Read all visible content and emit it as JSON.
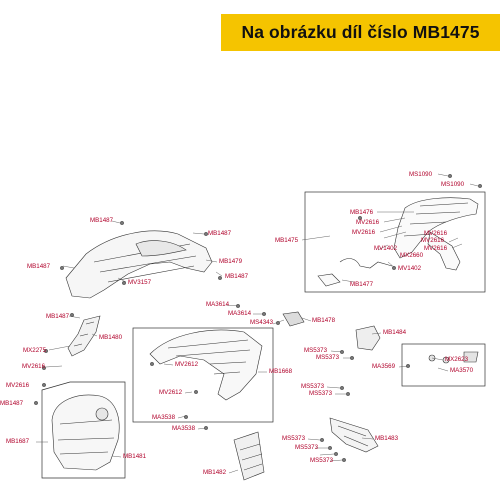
{
  "banner": {
    "title": "Na obrázku díl číslo MB1475"
  },
  "labels": [
    "MS1090",
    "MS1090",
    "MB1476",
    "MV2616",
    "MV2616",
    "MV2616",
    "MV2616",
    "MV2616",
    "MB1475",
    "MV1402",
    "MX2660",
    "MV1402",
    "MB1477",
    "MB1487",
    "MB1487",
    "MB1479",
    "MB1487",
    "MB1487",
    "MV3157",
    "MB1487",
    "MB1480",
    "MX2275",
    "MV2616",
    "MV2616",
    "MB1487",
    "MA3614",
    "MA3614",
    "MS4343",
    "MB1478",
    "MB1484",
    "MS5373",
    "MS5373",
    "MA3569",
    "MX2623",
    "MA3570",
    "MV2612",
    "MB1668",
    "MV2612",
    "MA3538",
    "MA3538",
    "MS5373",
    "MS5373",
    "MS5373",
    "MS5373",
    "MS5373",
    "MB1483",
    "MB1687",
    "MB1481",
    "MB1482"
  ]
}
